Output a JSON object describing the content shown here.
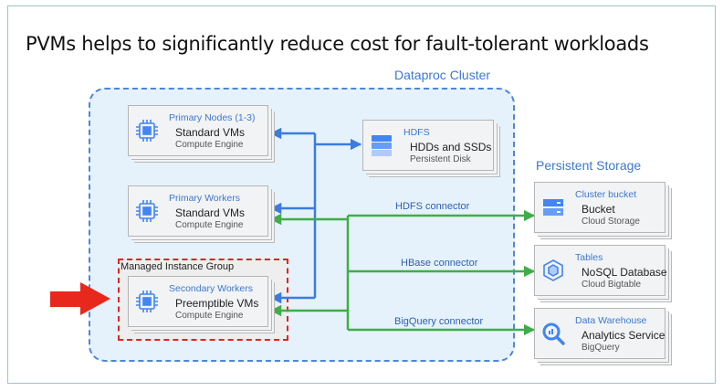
{
  "title": "PVMs helps to significantly reduce cost for fault-tolerant workloads",
  "cluster_label": "Dataproc Cluster",
  "storage_label": "Persistent Storage",
  "mig_label": "Managed Instance Group",
  "nodes": {
    "primary_nodes": {
      "title": "Primary Nodes (1-3)",
      "main": "Standard VMs",
      "sub": "Compute Engine",
      "icon": "cpu-chip-icon"
    },
    "primary_workers": {
      "title": "Primary Workers",
      "main": "Standard VMs",
      "sub": "Compute Engine",
      "icon": "cpu-chip-icon"
    },
    "secondary_workers": {
      "title": "Secondary Workers",
      "main": "Preemptible VMs",
      "sub": "Compute Engine",
      "icon": "cpu-chip-icon"
    },
    "hdfs": {
      "title": "HDFS",
      "main": "HDDs and SSDs",
      "sub": "Persistent Disk",
      "icon": "persistent-disk-icon"
    }
  },
  "storage": {
    "bucket": {
      "title": "Cluster bucket",
      "main": "Bucket",
      "sub": "Cloud Storage",
      "icon": "cloud-storage-icon"
    },
    "tables": {
      "title": "Tables",
      "main": "NoSQL Database",
      "sub": "Cloud Bigtable",
      "icon": "bigtable-icon"
    },
    "warehouse": {
      "title": "Data Warehouse",
      "main": "Analytics Service",
      "sub": "BigQuery",
      "icon": "bigquery-icon"
    }
  },
  "connectors": {
    "hdfs": "HDFS connector",
    "hbase": "HBase connector",
    "bigquery": "BigQuery connector"
  },
  "colors": {
    "accent_blue": "#3d78d0",
    "line_blue": "#3c7be0",
    "line_green": "#3fae49",
    "highlight_red": "#e02424"
  }
}
